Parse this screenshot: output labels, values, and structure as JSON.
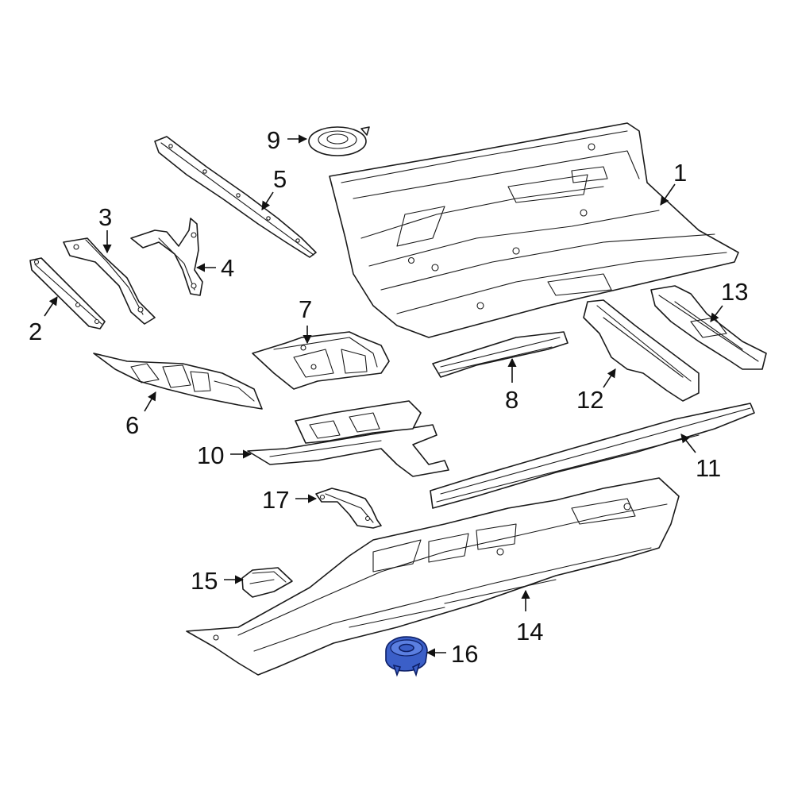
{
  "colors": {
    "line": "#1a1a1a",
    "fill": "#ffffff",
    "highlight": "#3b5fc8",
    "highlight_outline": "#0d1f66"
  },
  "callouts": {
    "c1": "1",
    "c2": "2",
    "c3": "3",
    "c4": "4",
    "c5": "5",
    "c6": "6",
    "c7": "7",
    "c8": "8",
    "c9": "9",
    "c10": "10",
    "c11": "11",
    "c12": "12",
    "c13": "13",
    "c14": "14",
    "c15": "15",
    "c16": "16",
    "c17": "17"
  },
  "highlighted_part": "16"
}
